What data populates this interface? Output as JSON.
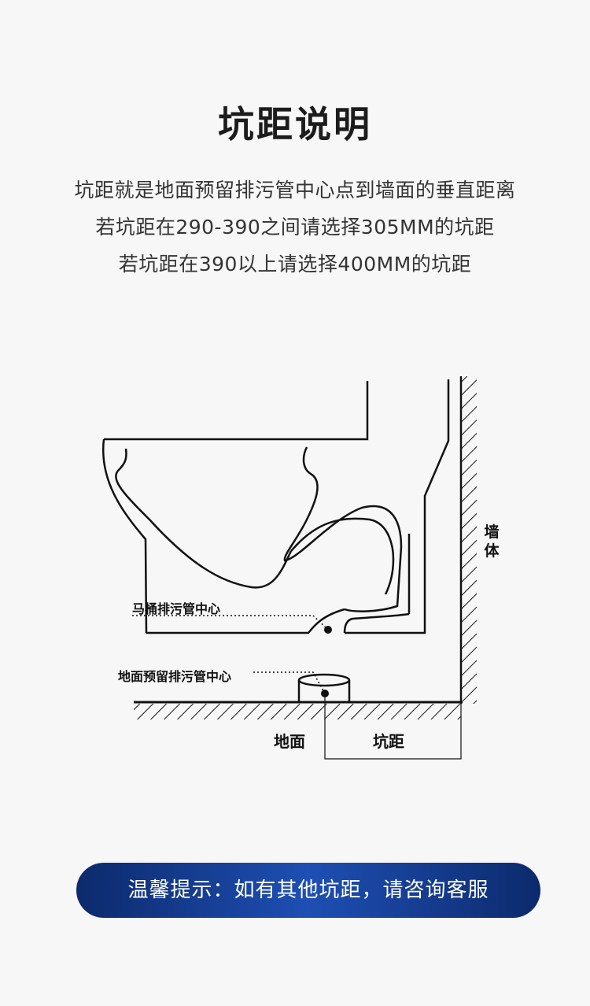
{
  "title": "坑距说明",
  "description": [
    "坑距就是地面预留排污管中心点到墙面的垂直距离",
    "若坑距在290-390之间请选择305MM的坑距",
    "若坑距在390以上请选择400MM的坑距"
  ],
  "diagram": {
    "labels": {
      "toilet_drain_center": "马桶排污管中心",
      "floor_drain_center": "地面预留排污管中心",
      "wall": "墙体",
      "floor": "地面",
      "rough_in": "坑距"
    }
  },
  "tip": "温馨提示：如有其他坑距，请咨询客服",
  "colors": {
    "tip_bg": "#1a3f94",
    "line": "#111111"
  }
}
